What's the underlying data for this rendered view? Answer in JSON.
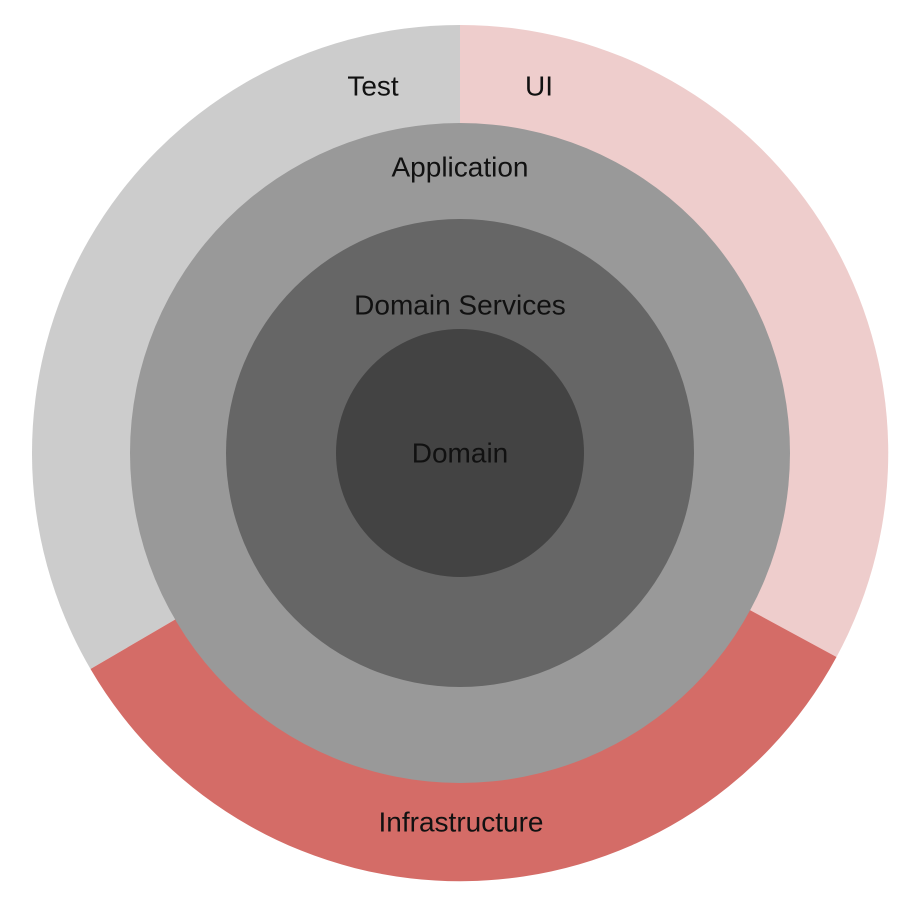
{
  "diagram": {
    "outer_ring": {
      "segments": [
        {
          "label": "Test",
          "color": "#cccccc"
        },
        {
          "label": "UI",
          "color": "#eecdcc"
        },
        {
          "label": "Infrastructure",
          "color": "#d46c67"
        }
      ]
    },
    "layers": [
      {
        "label": "Application",
        "color": "#999999"
      },
      {
        "label": "Domain Services",
        "color": "#666666"
      },
      {
        "label": "Domain",
        "color": "#434343"
      }
    ]
  }
}
